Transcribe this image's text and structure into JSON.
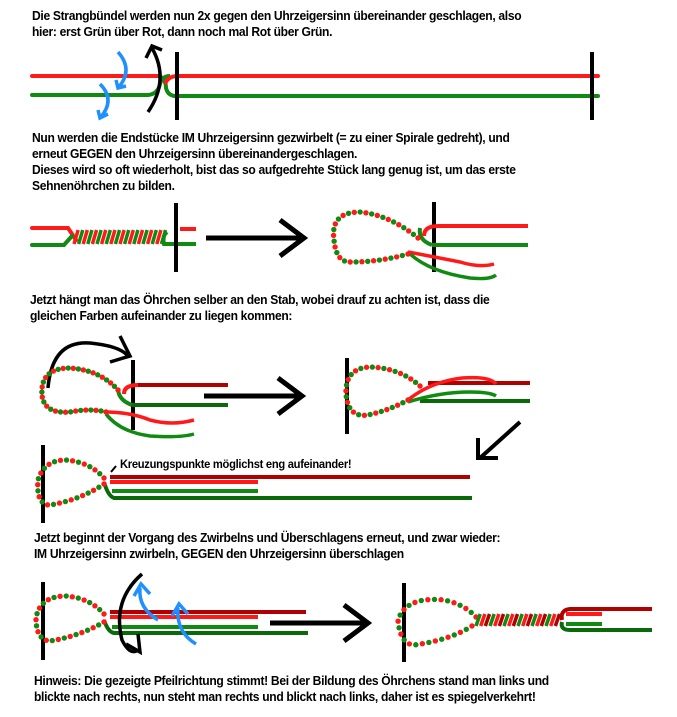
{
  "colors": {
    "red": "#ff1a1a",
    "dark_red": "#b00000",
    "green": "#118a11",
    "dark_green": "#0a6a0a",
    "blue": "#2190ff",
    "black": "#000000"
  },
  "steps": [
    {
      "id": "step1",
      "lines": [
        "Die Strangbündel werden nun 2x gegen den Uhrzeigersinn übereinander geschlagen, also",
        "hier: erst Grün über Rot, dann noch mal Rot über Grün."
      ]
    },
    {
      "id": "step2",
      "lines": [
        "Nun werden die Endstücke IM Uhrzeigersinn gezwirbelt (= zu einer Spirale gedreht), und",
        "erneut GEGEN den Uhrzeigersinn übereinandergeschlagen.",
        "Dieses wird so oft wiederholt, bist das so aufgedrehte Stück lang genug ist, um das erste",
        "Sehnenöhrchen zu bilden."
      ]
    },
    {
      "id": "step3",
      "lines": [
        "Jetzt hängt man das Öhrchen selber an den Stab, wobei drauf zu achten ist, dass die",
        "gleichen Farben aufeinander zu liegen kommen:"
      ]
    },
    {
      "id": "step4",
      "lines": [
        "Jetzt beginnt der Vorgang des Zwirbelns und Überschlagens erneut, und zwar wieder:",
        "IM Uhrzeigersinn zwirbeln, GEGEN den Uhrzeigersinn überschlagen"
      ]
    },
    {
      "id": "note",
      "lines": [
        "Hinweis: Die gezeigte Pfeilrichtung stimmt! Bei der Bildung des Öhrchens stand man links und",
        "blickte nach rechts, nun steht man rechts und blickt nach links, daher ist es spiegelverkehrt!"
      ]
    }
  ],
  "callout": "Kreuzungspunkte möglichst eng aufeinander!",
  "figures": [
    {
      "name": "figure-crossing-strands",
      "icons": [
        "counterclockwise-arrow-icon",
        "blue-twist-arrow-icon"
      ]
    },
    {
      "name": "figure-twisted-strands"
    },
    {
      "name": "figure-first-loop"
    },
    {
      "name": "figure-hang-loop-on-stab"
    },
    {
      "name": "figure-loop-hung"
    },
    {
      "name": "figure-loop-aligned"
    },
    {
      "name": "figure-twist-again"
    },
    {
      "name": "figure-finished-eye"
    }
  ]
}
